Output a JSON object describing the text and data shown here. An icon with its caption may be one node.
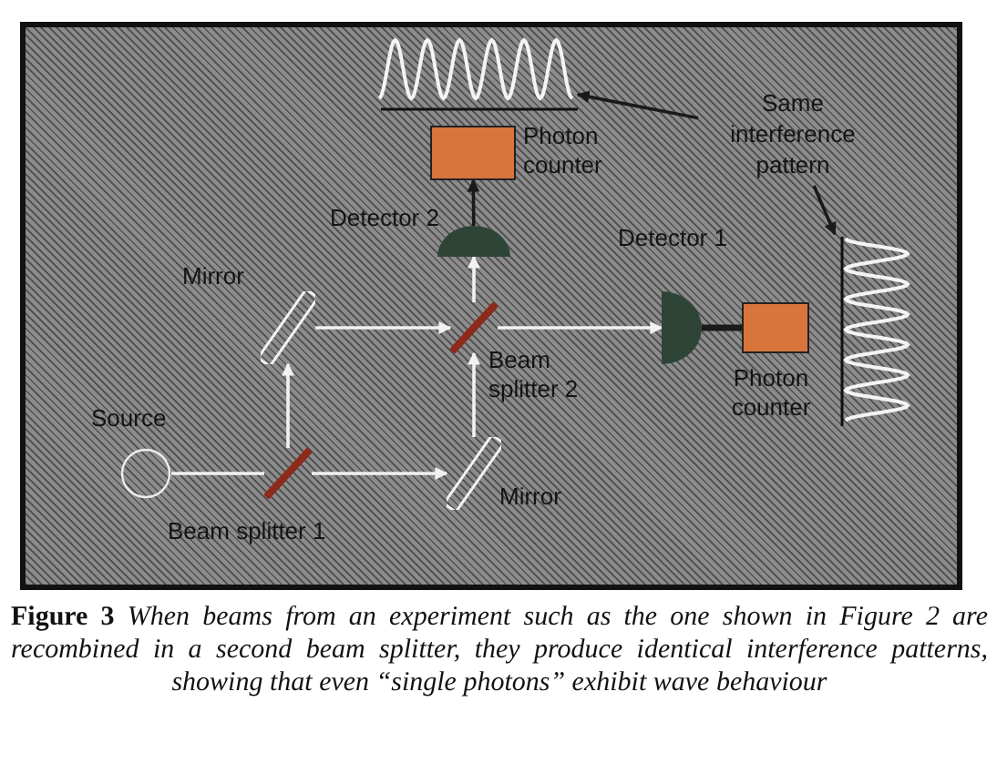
{
  "diagram": {
    "caption": "**Figure 3** *When beams from an experiment such as the one shown in Figure 2 are recombined in a second beam splitter, they produce identical interference patterns, showing that even “single photons” exhibit wave behaviour*",
    "nodes": [
      {
        "text": [],
        "shape": "picture"
      },
      {
        "text": [],
        "shape": "box",
        "beside": [
          "Photon counter"
        ]
      },
      {
        "text": [],
        "shape": "semicircle",
        "beside": [
          "Detector 2"
        ]
      },
      {
        "text": [],
        "shape": "bar",
        "beside": [
          "Mirror"
        ]
      },
      {
        "text": [],
        "shape": "bar",
        "beside": [
          "Beam splitter 2"
        ]
      },
      {
        "text": [],
        "shape": "semicircle",
        "beside": [
          "Detector 1"
        ]
      },
      {
        "text": [],
        "shape": "box",
        "beside": [
          "Photon counter"
        ]
      },
      {
        "text": [],
        "shape": "picture"
      },
      {
        "text": [],
        "shape": "circle",
        "beside": [
          "Source"
        ]
      },
      {
        "text": [],
        "shape": "bar",
        "beside": [
          "Beam splitter 1"
        ]
      },
      {
        "text": [],
        "shape": "bar",
        "beside": [
          "Mirror"
        ]
      },
      {
        "text": [
          "Same interference pattern"
        ]
      }
    ],
    "edges": [
      {
        "from": 11,
        "to": 0,
        "arrow": "to",
        "color": "#1a1a1a"
      },
      {
        "from": 11,
        "to": 7,
        "arrow": "to",
        "color": "#1a1a1a"
      },
      {
        "from": 2,
        "to": 1,
        "arrow": "to",
        "color": "#1a1a1a"
      },
      {
        "from": 5,
        "to": 6,
        "arrow": "none",
        "color": "#1a1a1a",
        "style": "thick"
      },
      {
        "from": 8,
        "to": 9,
        "arrow": "none"
      },
      {
        "from": 9,
        "to": 10,
        "arrow": "to"
      },
      {
        "from": 9,
        "to": 3,
        "arrow": "to"
      },
      {
        "from": 3,
        "to": 4,
        "arrow": "to"
      },
      {
        "from": 4,
        "to": 5,
        "arrow": "to"
      },
      {
        "from": 10,
        "to": 4,
        "arrow": "to"
      },
      {
        "from": 4,
        "to": 2,
        "arrow": "to"
      }
    ]
  }
}
